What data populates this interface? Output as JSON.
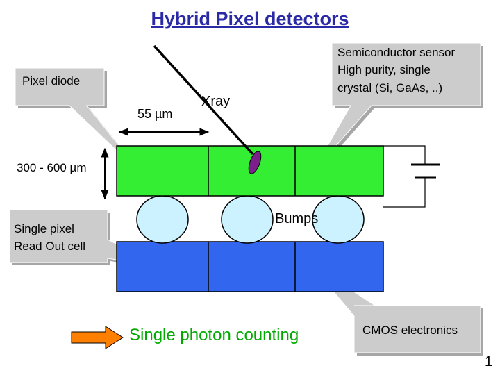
{
  "title": "Hybrid Pixel detectors",
  "labels": {
    "pixel_diode": "Pixel diode",
    "sensor_line1": "Semiconductor sensor",
    "sensor_line2": "High purity, single",
    "sensor_line3": "crystal (Si, GaAs, ..)",
    "pixel_pitch": "55 µm",
    "xray": "Xray",
    "thickness": "300 - 600 µm",
    "bumps": "Bumps",
    "readout_line1": "Single pixel",
    "readout_line2": "Read Out cell",
    "photon_counting": "Single photon counting",
    "cmos": "CMOS electronics",
    "page_number": "1"
  },
  "colors": {
    "title": "#2a2aa6",
    "sensor": "#33ee33",
    "bump": "#ccf2ff",
    "readout": "#3366ee",
    "callout": "#cccccc",
    "arrow": "#ff8000",
    "xray_spot": "#7a1f8c",
    "photon_text": "#00aa00"
  }
}
